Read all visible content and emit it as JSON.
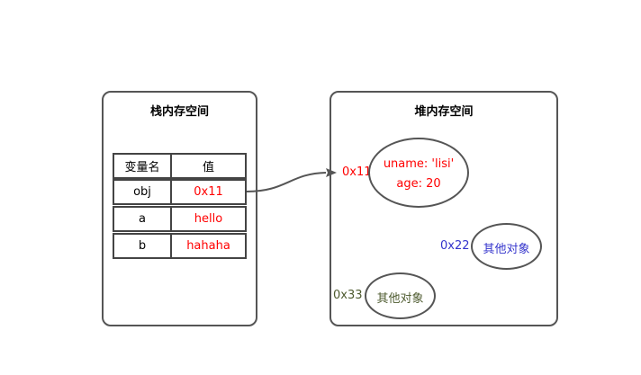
{
  "colors": {
    "border": "#555555",
    "red": "#ff0000",
    "blue": "#3333cc",
    "olive": "#4d5a2e",
    "text": "#000000"
  },
  "stack": {
    "title": "栈内存空间",
    "header": {
      "name": "变量名",
      "value": "值"
    },
    "rows": [
      {
        "name": "obj",
        "value": "0x11"
      },
      {
        "name": "a",
        "value": "hello"
      },
      {
        "name": "b",
        "value": "hahaha"
      }
    ]
  },
  "heap": {
    "title": "堆内存空间",
    "object1": {
      "address": "0x11",
      "line1": "uname: 'lisi'",
      "line2": "age: 20"
    },
    "object2": {
      "address": "0x22",
      "label": "其他对象"
    },
    "object3": {
      "address": "0x33",
      "label": "其他对象"
    }
  }
}
